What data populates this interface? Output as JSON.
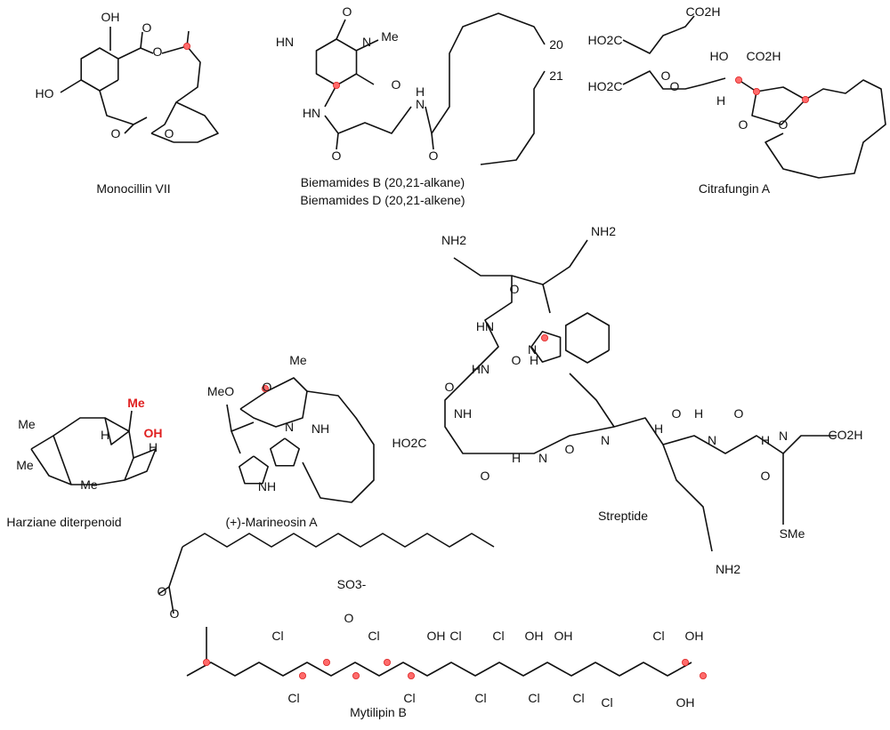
{
  "compounds": [
    {
      "name": "Monocillin VII",
      "atoms": [
        "OH",
        "HO",
        "O",
        "O",
        "O",
        "O"
      ]
    },
    {
      "name": "Biemamides B (20,21-alkane)",
      "name2": "Biemamides D (20,21-alkene)",
      "atoms": [
        "O",
        "HN",
        "N",
        "Me",
        "O",
        "HN",
        "O",
        "H",
        "N",
        "O",
        "20",
        "21"
      ]
    },
    {
      "name": "Citrafungin A",
      "atoms": [
        "CO2H",
        "HO2C",
        "HO",
        "CO2H",
        "O",
        "HO2C",
        "O",
        "H",
        "O",
        "O"
      ]
    },
    {
      "name": "Harziane diterpenoid",
      "atoms": [
        "Me",
        "OH",
        "Me",
        "H",
        "H",
        "Me",
        "Me"
      ]
    },
    {
      "name": "(+)-Marineosin A",
      "atoms": [
        "Me",
        "MeO",
        "O",
        "N",
        "NH",
        "NH"
      ]
    },
    {
      "name": "Streptide",
      "atoms": [
        "NH2",
        "NH2",
        "O",
        "HN",
        "O",
        "N",
        "H",
        "HN",
        "O",
        "NH",
        "HO2C",
        "O",
        "H",
        "N",
        "O",
        "N",
        "H",
        "O",
        "H",
        "N",
        "O",
        "H",
        "N",
        "O",
        "CO2H",
        "SMe",
        "NH2"
      ]
    },
    {
      "name": "Mytilipin B",
      "atoms": [
        "O",
        "O",
        "SO3-",
        "O",
        "Cl",
        "Cl",
        "Cl",
        "Cl",
        "Cl",
        "OH",
        "Cl",
        "Cl",
        "OH",
        "Cl",
        "OH",
        "Cl",
        "Cl",
        "Cl",
        "OH",
        "OH"
      ]
    }
  ],
  "colors": {
    "stereocenter": "#ff6b6b",
    "highlight": "#e02020"
  }
}
